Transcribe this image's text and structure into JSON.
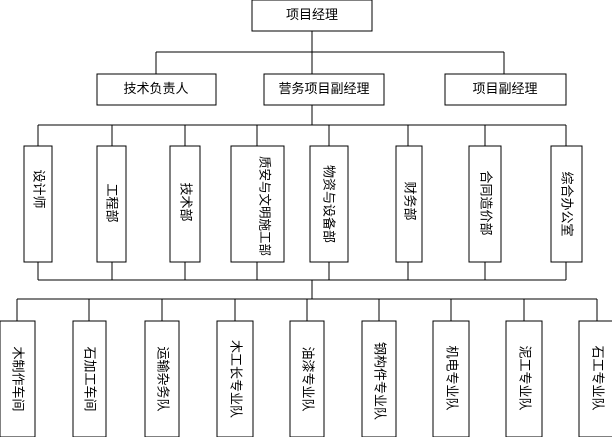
{
  "top": {
    "label": "项目经理"
  },
  "level2": [
    {
      "label": "技术负责人"
    },
    {
      "label": "营务项目副经理"
    },
    {
      "label": "项目副经理"
    }
  ],
  "departments": [
    {
      "label": "设计师"
    },
    {
      "label": "工程部"
    },
    {
      "label": "技术部"
    },
    {
      "label": "质安与文明施工部"
    },
    {
      "label": "物资与设备部"
    },
    {
      "label": "财务部"
    },
    {
      "label": "合同造价部"
    },
    {
      "label": "综合办公室"
    }
  ],
  "teams": [
    {
      "label": "木制作车间"
    },
    {
      "label": "石加工车间"
    },
    {
      "label": "运输杂务队"
    },
    {
      "label": "木工长专业队"
    },
    {
      "label": "油漆专业队"
    },
    {
      "label": "钢构件专业队"
    },
    {
      "label": "机电专业队"
    },
    {
      "label": "泥工专业队"
    },
    {
      "label": "石工专业队"
    }
  ]
}
